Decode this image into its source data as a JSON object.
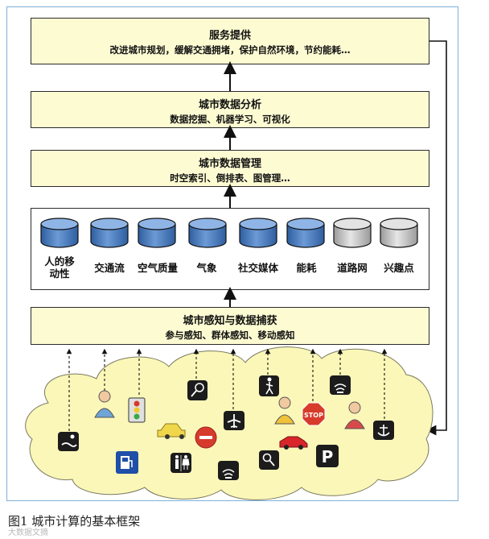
{
  "layers": {
    "service": {
      "title": "服务提供",
      "subtitle": "改进城市规划，缓解交通拥堵，保护自然环境，节约能耗…"
    },
    "analysis": {
      "title": "城市数据分析",
      "subtitle": "数据挖掘、机器学习、可视化"
    },
    "management": {
      "title": "城市数据管理",
      "subtitle": "时空索引、倒排表、图管理…"
    },
    "sensing": {
      "title": "城市感知与数据捕获",
      "subtitle": "参与感知、群体感知、移动感知"
    }
  },
  "datasets": [
    {
      "label": "人的移\n动性",
      "color": "blue"
    },
    {
      "label": "交通流",
      "color": "blue"
    },
    {
      "label": "空气质量",
      "color": "blue"
    },
    {
      "label": "气象",
      "color": "blue"
    },
    {
      "label": "社交媒体",
      "color": "blue"
    },
    {
      "label": "能耗",
      "color": "blue"
    },
    {
      "label": "道路网",
      "color": "gray"
    },
    {
      "label": "兴趣点",
      "color": "gray"
    }
  ],
  "sign_texts": {
    "stop": "STOP",
    "parking": "P"
  },
  "colors": {
    "layer_fill": "#fdfbd2",
    "db_blue": "#4a7fc0",
    "db_gray": "#c9c9c9",
    "cloud": "#fbf7b8",
    "frame": "#7fb0d8"
  },
  "caption": "图1   城市计算的基本框架",
  "watermark": "大数据文摘"
}
